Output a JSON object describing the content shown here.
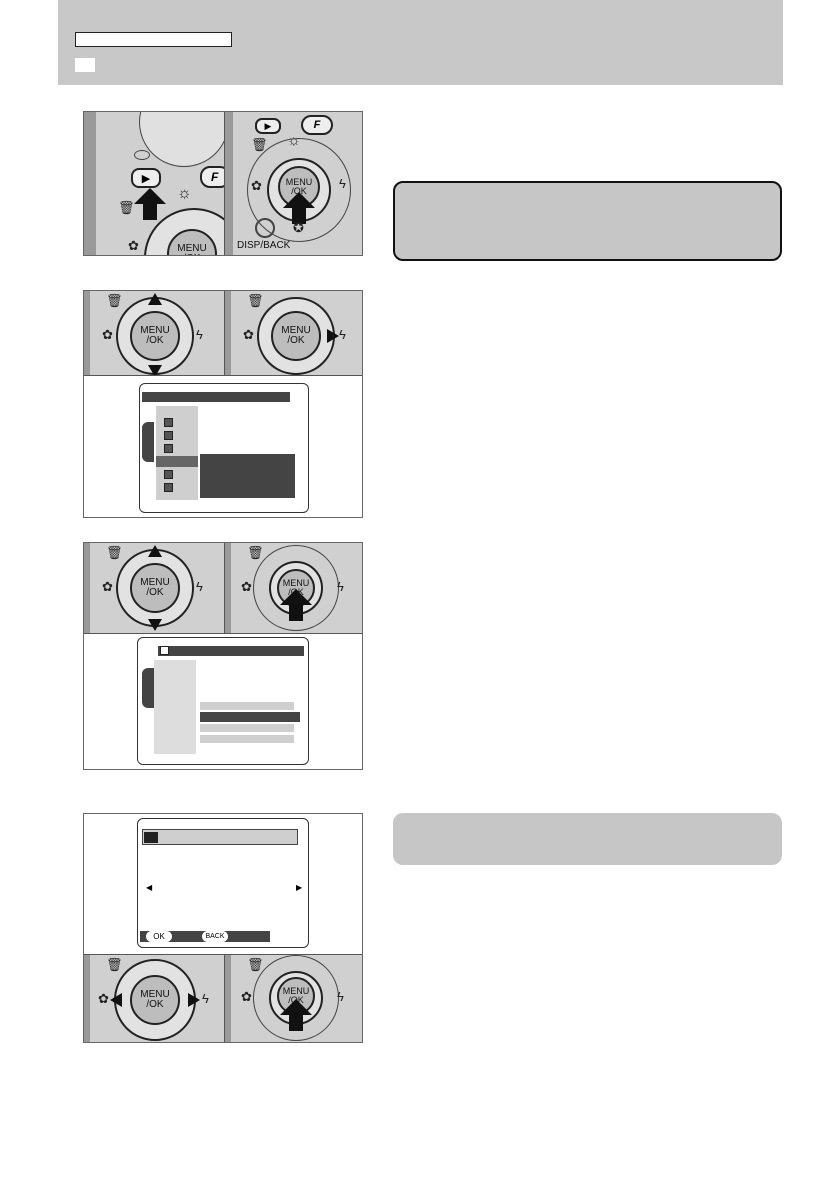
{
  "panels": {
    "camera_labels": {
      "menu_button": [
        "MENU",
        "/OK"
      ],
      "disp_back": "DISP/BACK",
      "f_button": "F",
      "play_button": "▶"
    },
    "final_screen": {
      "ok_label": "OK",
      "back_label": "BACK",
      "left_arrow": "◀",
      "right_arrow": "▶"
    }
  },
  "colors": {
    "header_bg": "#c8c8c8",
    "note_bg": "#c6c6c6",
    "camera_body": "#d0d0d0"
  }
}
